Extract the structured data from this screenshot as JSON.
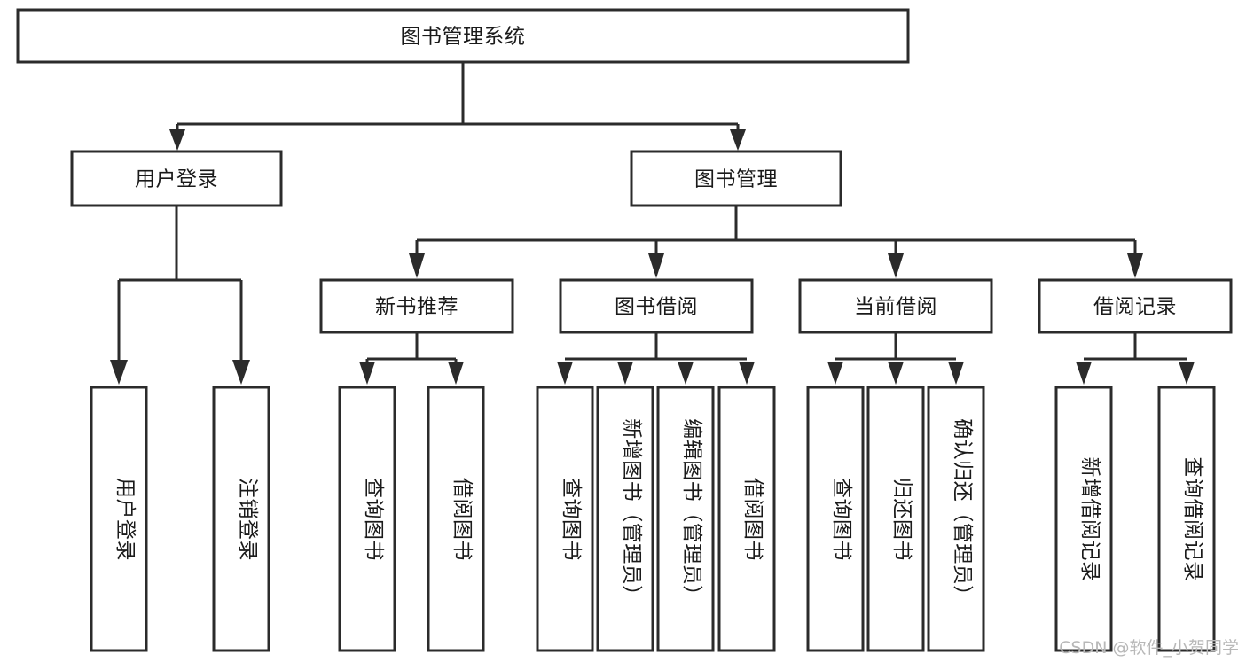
{
  "diagram": {
    "title_node": {
      "id": "root",
      "label": "图书管理系统"
    },
    "level2": [
      {
        "id": "user-login",
        "label": "用户登录"
      },
      {
        "id": "book-management",
        "label": "图书管理"
      }
    ],
    "level3": [
      {
        "id": "new-book-recommend",
        "label": "新书推荐"
      },
      {
        "id": "book-borrow",
        "label": "图书借阅"
      },
      {
        "id": "current-borrow",
        "label": "当前借阅"
      },
      {
        "id": "borrow-record",
        "label": "借阅记录"
      }
    ],
    "leaves": {
      "user_login": [
        {
          "id": "leaf-user-login",
          "label": "用户登录"
        },
        {
          "id": "leaf-user-logout",
          "label": "注销登录"
        }
      ],
      "new_book_recommend": [
        {
          "id": "leaf-query-book-1",
          "label": "查询图书"
        },
        {
          "id": "leaf-borrow-book-1",
          "label": "借阅图书"
        }
      ],
      "book_borrow": [
        {
          "id": "leaf-query-book-2",
          "label": "查询图书"
        },
        {
          "id": "leaf-add-book",
          "label": "新增图书（管理员）"
        },
        {
          "id": "leaf-edit-book",
          "label": "编辑图书（管理员）"
        },
        {
          "id": "leaf-borrow-book-2",
          "label": "借阅图书"
        }
      ],
      "current_borrow": [
        {
          "id": "leaf-query-book-3",
          "label": "查询图书"
        },
        {
          "id": "leaf-return-book",
          "label": "归还图书"
        },
        {
          "id": "leaf-confirm-return",
          "label": "确认归还（管理员）"
        }
      ],
      "borrow_record": [
        {
          "id": "leaf-add-record",
          "label": "新增借阅记录"
        },
        {
          "id": "leaf-query-record",
          "label": "查询借阅记录"
        }
      ]
    },
    "colors": {
      "box_fill": "#ffffff",
      "box_stroke": "#2b2b2b",
      "text": "#1a1a1a",
      "watermark": "#b8b8b8",
      "background": "#ffffff"
    }
  },
  "watermark": {
    "text": "CSDN @软件_小贺同学"
  }
}
